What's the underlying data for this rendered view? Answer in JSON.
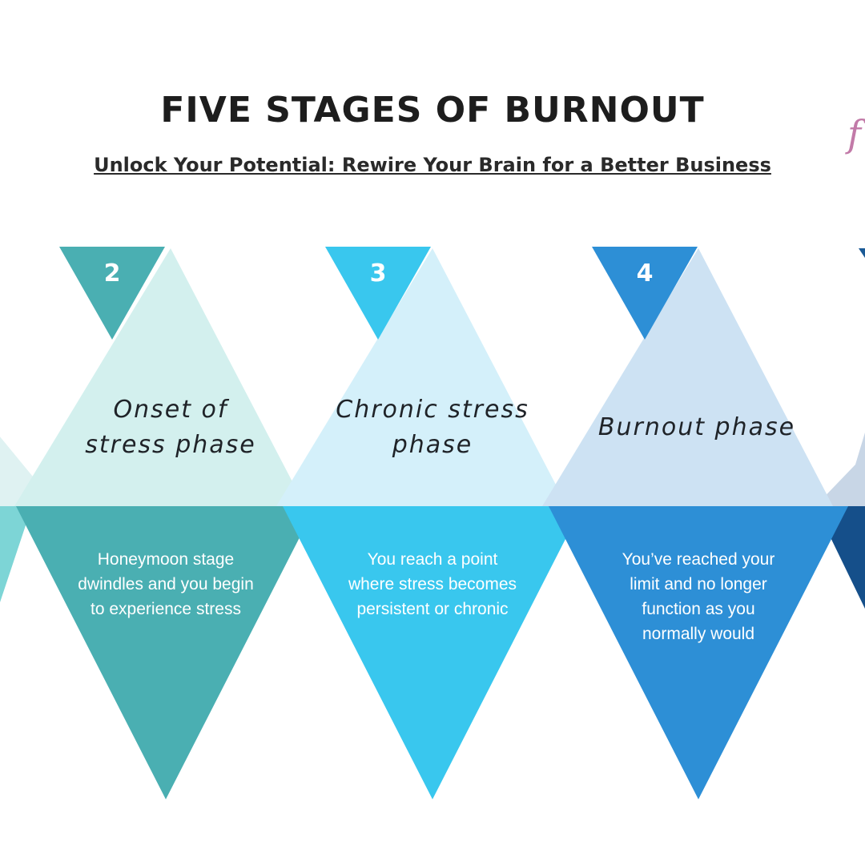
{
  "title": "FIVE STAGES OF BURNOUT",
  "subtitle": "Unlock Your Potential: Rewire Your Brain for a Better Business",
  "stages": [
    {
      "number": "2",
      "phase": "Onset of stress phase",
      "phase_lines": [
        "Onset of",
        "stress phase"
      ],
      "description": "Honeymoon stage dwindles and you begin to experience stress",
      "colors": {
        "badge": "#4aafb2",
        "light": "#d3f0ee",
        "dark": "#4aafb2"
      }
    },
    {
      "number": "3",
      "phase": "Chronic stress phase",
      "phase_lines": [
        "Chronic stress",
        "phase"
      ],
      "description": "You reach a point where stress becomes persistent or chronic",
      "colors": {
        "badge": "#39c7ee",
        "light": "#d4f0fa",
        "dark": "#39c7ee"
      }
    },
    {
      "number": "4",
      "phase": "Burnout phase",
      "phase_lines": [
        "Burnout phase"
      ],
      "description": "You’ve reached your limit and no longer function as you normally would",
      "colors": {
        "badge": "#2d8fd6",
        "light": "#cde2f3",
        "dark": "#2d8fd6"
      }
    }
  ],
  "partial_colors": {
    "left_light": "#dff2f2",
    "left_dark": "#7dd5d6",
    "right_light": "#c8d6e6",
    "right_dark": "#154f8a",
    "right_badge": "#1a5a96"
  },
  "decoration_glyph": "f"
}
